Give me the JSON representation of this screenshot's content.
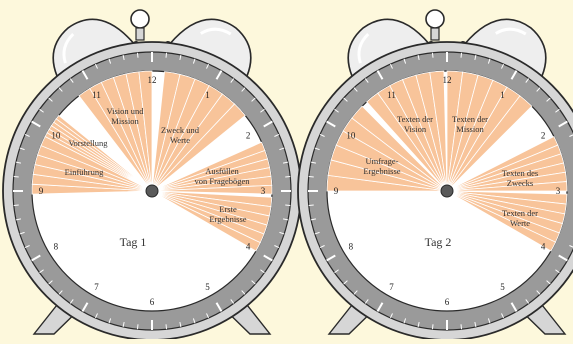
{
  "colors": {
    "background": "#fdf8dc",
    "segment": "#f8c49a",
    "segment_line": "#ffffff",
    "ring": "#9a9a9a",
    "metal": "#d6d6d6",
    "outline": "#2a2a2a"
  },
  "hour_numbers": [
    "12",
    "1",
    "2",
    "3",
    "4",
    "5",
    "6",
    "7",
    "8",
    "9",
    "10",
    "11"
  ],
  "clocks": [
    {
      "day_label": "Tag 1",
      "segments": [
        {
          "label": "Einführung",
          "from_hour": 8.95,
          "to_hour": 9.9
        },
        {
          "label": "Vorstellung",
          "from_hour": 9.9,
          "to_hour": 10.3
        },
        {
          "label": "Vision und Mission",
          "from_hour": 10.75,
          "to_hour": 12.0
        },
        {
          "label": "Zweck und Werte",
          "from_hour": 0.2,
          "to_hour": 1.7
        },
        {
          "label": "Ausfüllen von Fragebögen",
          "from_hour": 2.2,
          "to_hour": 3.05
        },
        {
          "label": "Erste Ergebnisse",
          "from_hour": 3.1,
          "to_hour": 4.0
        }
      ]
    },
    {
      "day_label": "Tag 2",
      "segments": [
        {
          "label": "Umfrage-Ergebnisse",
          "from_hour": 9.0,
          "to_hour": 10.5
        },
        {
          "label": "Texten der Vision",
          "from_hour": 10.6,
          "to_hour": 11.95
        },
        {
          "label": "Texten der Mission",
          "from_hour": 0.0,
          "to_hour": 1.5
        },
        {
          "label": "Texten des Zwecks",
          "from_hour": 2.1,
          "to_hour": 3.0
        },
        {
          "label": "Texten der Werte",
          "from_hour": 3.05,
          "to_hour": 4.0
        }
      ]
    }
  ]
}
